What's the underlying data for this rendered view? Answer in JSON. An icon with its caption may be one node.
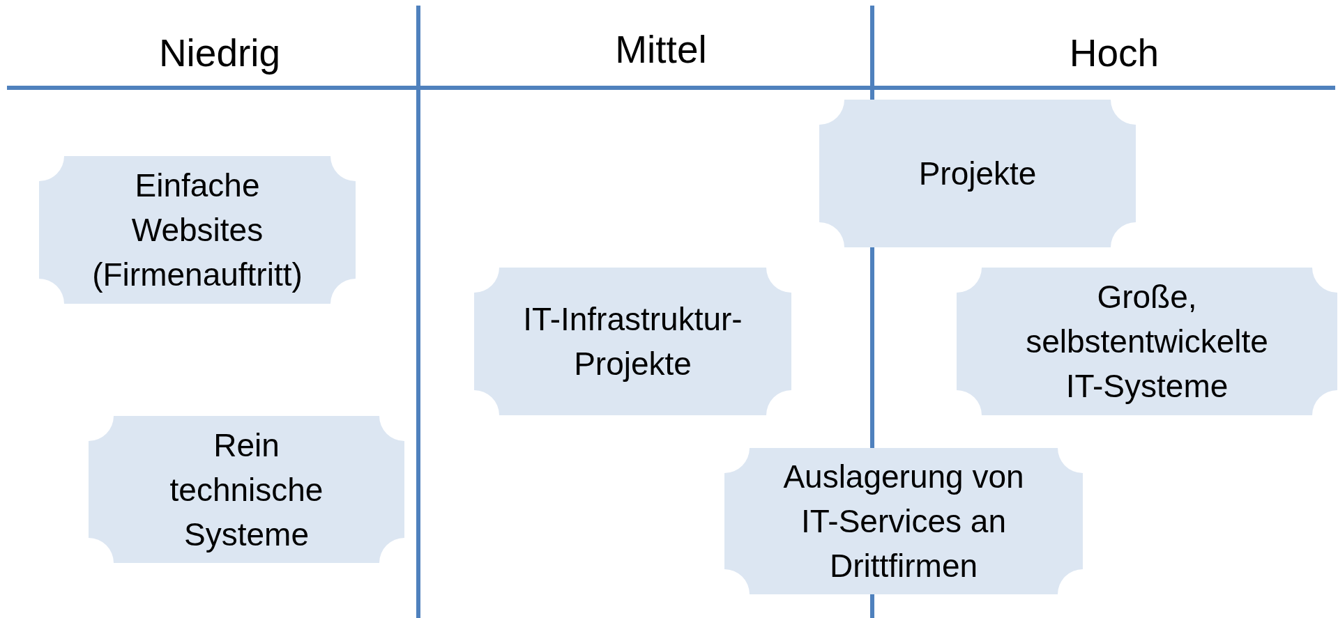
{
  "diagram": {
    "nodes": [
      {
        "text": [
          "Einfache Websites (Firmenauftritt)"
        ]
      },
      {
        "text": [
          "Rein technische Systeme"
        ]
      },
      {
        "text": [
          "IT-Infrastruktur-Projekte"
        ]
      },
      {
        "text": [
          "Projekte"
        ]
      },
      {
        "text": [
          "Große, selbstentwickelte IT-Systeme"
        ]
      },
      {
        "text": [
          "Auslagerung von IT-Services an Drittfirmen"
        ]
      }
    ],
    "labels": [
      "Niedrig",
      "Mittel",
      "Hoch"
    ]
  }
}
